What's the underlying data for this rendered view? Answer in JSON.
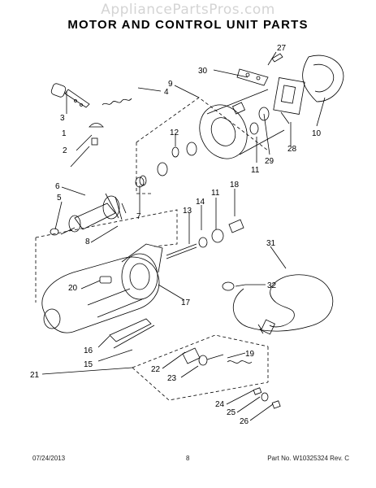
{
  "watermark": "AppliancePartsPros.com",
  "title": "MOTOR AND CONTROL UNIT PARTS",
  "callouts": {
    "c1": "1",
    "c2": "2",
    "c3": "3",
    "c4": "4",
    "c5": "5",
    "c6": "6",
    "c7": "7",
    "c8": "8",
    "c9": "9",
    "c10": "10",
    "c11a": "11",
    "c11b": "11",
    "c12": "12",
    "c13": "13",
    "c14": "14",
    "c15": "15",
    "c16": "16",
    "c17": "17",
    "c18": "18",
    "c19": "19",
    "c20": "20",
    "c21": "21",
    "c22": "22",
    "c23": "23",
    "c24": "24",
    "c25": "25",
    "c26": "26",
    "c27": "27",
    "c28": "28",
    "c29": "29",
    "c30": "30",
    "c31": "31",
    "c32": "32"
  },
  "footer": {
    "date": "07/24/2013",
    "page": "8",
    "part": "Part No.  W10325324   Rev.  C"
  }
}
